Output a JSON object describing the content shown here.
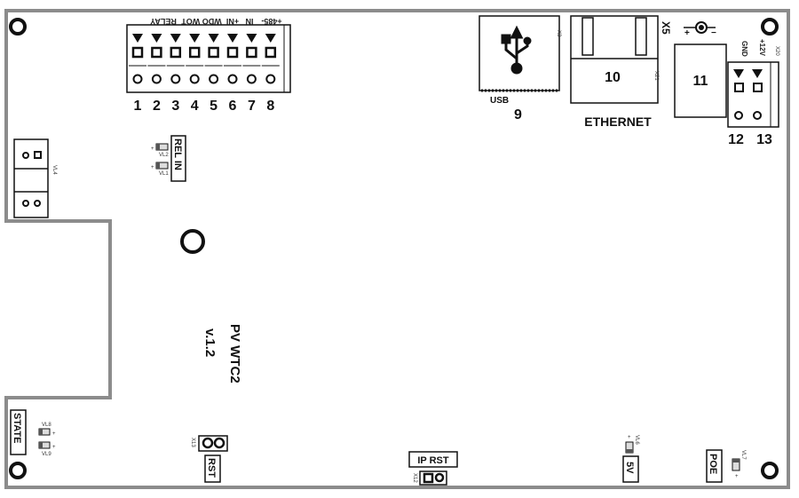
{
  "board": {
    "name": "PV WTC2",
    "version": "v.1.2"
  },
  "terminal_block": {
    "pin_labels": [
      "1",
      "2",
      "3",
      "4",
      "5",
      "6",
      "7",
      "8"
    ],
    "header_labels": [
      "RELAY",
      "WDO WOT",
      "+NI",
      "IN",
      "+485-"
    ]
  },
  "connectors": {
    "usb_label": "USB",
    "usb_number": "9",
    "usb_ref": "X3",
    "ethernet_label": "ETHERNET",
    "ethernet_number": "10",
    "ethernet_ref": "X21",
    "x5_label": "X5",
    "dc_jack_number": "11",
    "power_ref": "X20",
    "gnd_label": "GND",
    "v12_label": "+12V",
    "gnd_number": "12",
    "v12_number": "13",
    "left_ref": "VL4",
    "polarity_plus": "+",
    "polarity_minus": "−"
  },
  "leds": {
    "vl1": "VL1",
    "vl2": "VL2",
    "vl6": "VL6",
    "vl7": "VL7",
    "vl8": "VL8",
    "vl9": "VL9"
  },
  "labels": {
    "rel_in": "REL IN",
    "state": "STATE",
    "rst": "RST",
    "rst_ref": "X13",
    "ip_rst": "IP RST",
    "ip_rst_ref": "X12",
    "five_v": "5V",
    "poe": "POE"
  },
  "colors": {
    "board_outline": "#8c8c8c",
    "ink": "#111111"
  }
}
